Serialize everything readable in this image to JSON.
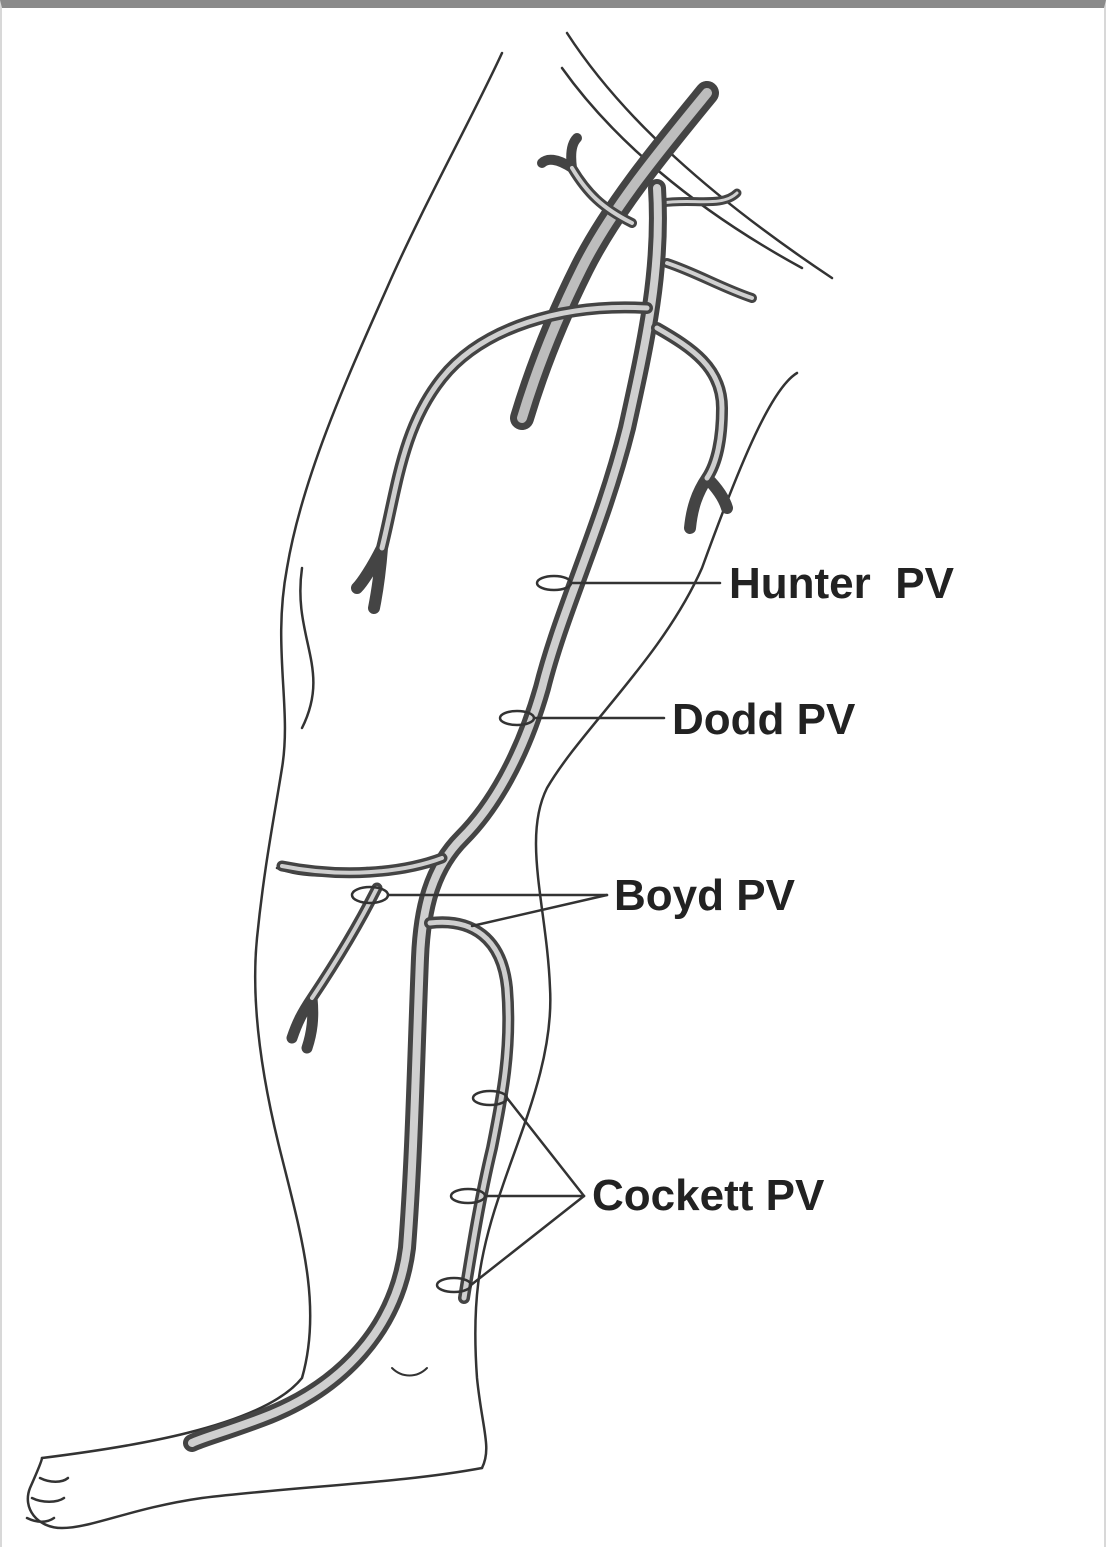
{
  "labels": {
    "hunter": "Hunter  PV",
    "dodd": "Dodd PV",
    "boyd": "Boyd PV",
    "cockett": "Cockett PV"
  }
}
